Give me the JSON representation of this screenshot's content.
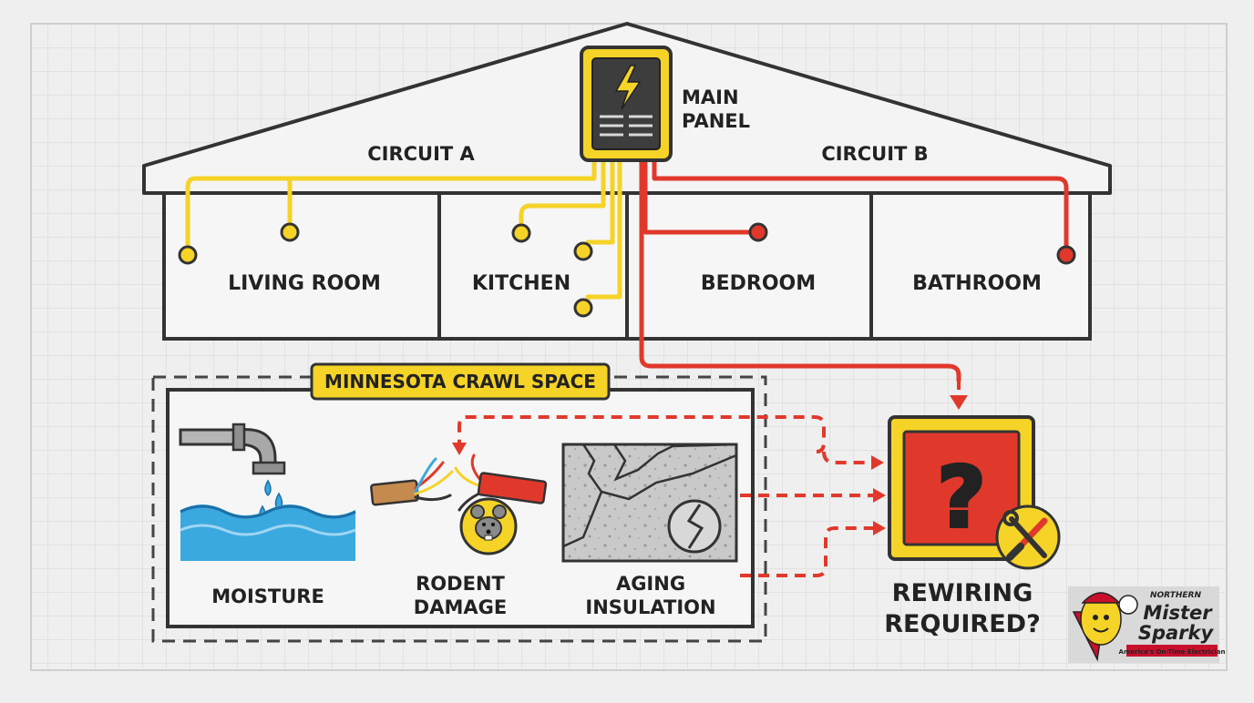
{
  "house": {
    "panel_label": [
      "MAIN",
      "PANEL"
    ],
    "circuit_a": "CIRCUIT A",
    "circuit_b": "CIRCUIT B",
    "rooms": [
      "LIVING ROOM",
      "KITCHEN",
      "BEDROOM",
      "BATHROOM"
    ]
  },
  "crawl_space": {
    "title": "MINNESOTA CRAWL SPACE",
    "hazards": [
      {
        "lines": [
          "MOISTURE"
        ],
        "icon": "water-pipe-icon"
      },
      {
        "lines": [
          "RODENT",
          "DAMAGE"
        ],
        "icon": "rodent-wire-icon"
      },
      {
        "lines": [
          "AGING",
          "INSULATION"
        ],
        "icon": "cracked-insulation-icon"
      }
    ]
  },
  "result": {
    "symbol": "?",
    "lines": [
      "REWIRING",
      "REQUIRED?"
    ]
  },
  "logo": {
    "top": "NORTHERN",
    "line1": "Mister",
    "line2": "Sparky",
    "tagline": "America's On-Time Electrician"
  },
  "colors": {
    "yellow": "#f5d327",
    "red": "#e0392c",
    "dark": "#333333",
    "water": "#3aa9e0"
  }
}
